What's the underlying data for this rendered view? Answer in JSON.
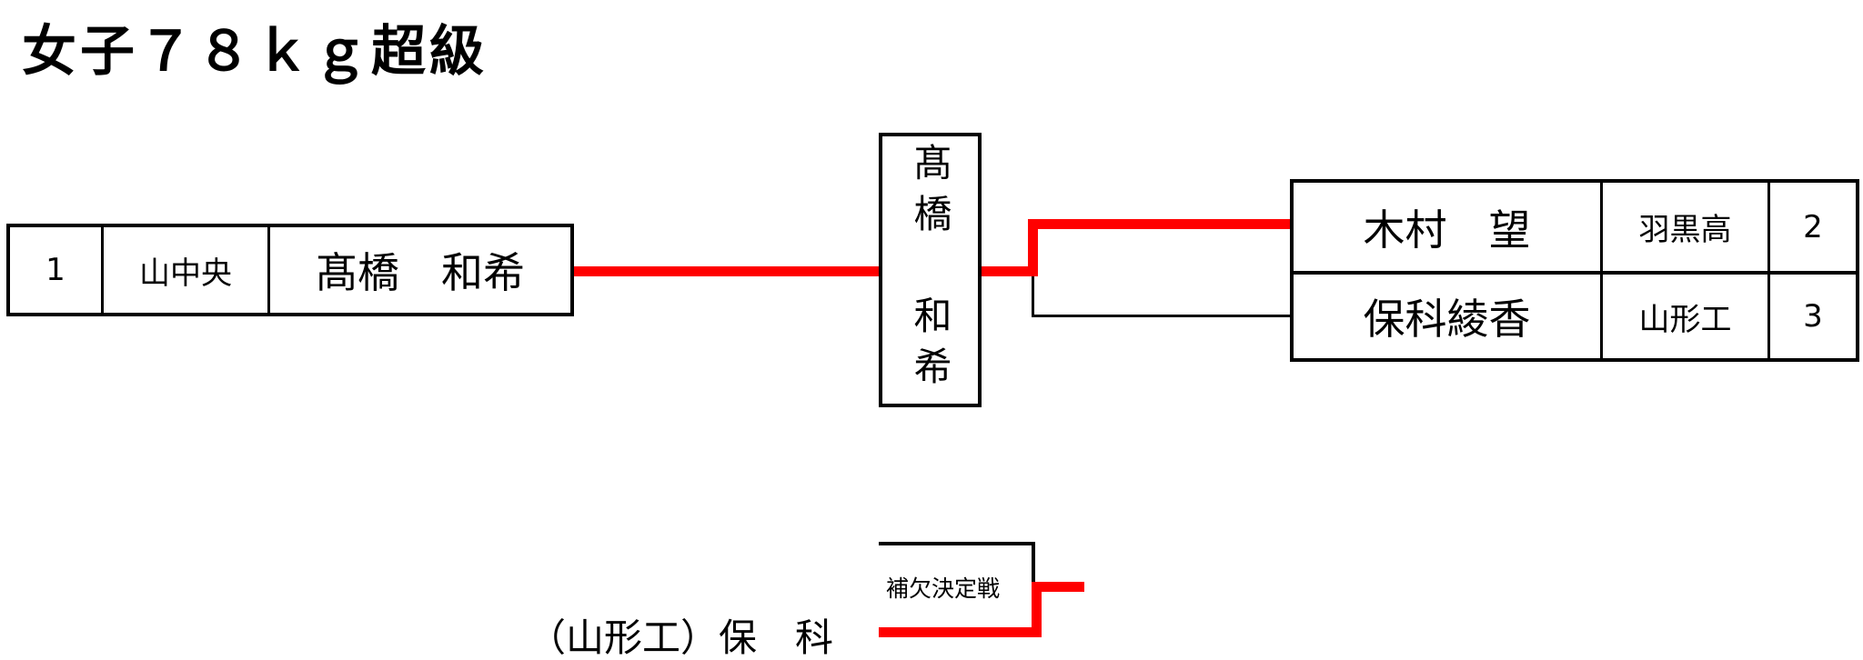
{
  "title": "女子７８ｋｇ超級",
  "left_entry": {
    "seed": "1",
    "school": "山中央",
    "name": "髙橋　和希"
  },
  "winner_box": {
    "name": "髙橋　和希"
  },
  "right_entries": [
    {
      "name": "木村　望",
      "school": "羽黒高",
      "seed": "2"
    },
    {
      "name": "保科綾香",
      "school": "山形工",
      "seed": "3"
    }
  ],
  "repechage": {
    "label": "補欠決定戦",
    "result": "（山形工）保　科"
  },
  "colors": {
    "winner_line": "#ff0000",
    "line": "#000000"
  }
}
